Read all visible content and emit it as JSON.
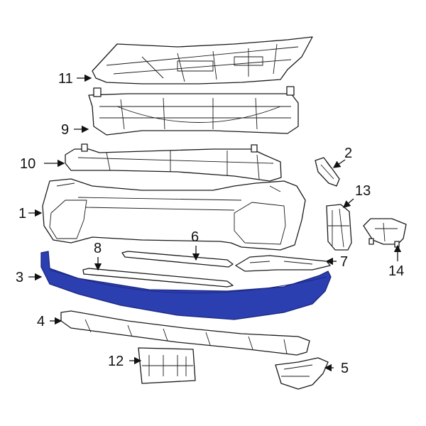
{
  "diagram": {
    "highlight_color": "#2b3fb0",
    "highlighted_part": "3",
    "callouts": {
      "p1": "1",
      "p2": "2",
      "p3": "3",
      "p4": "4",
      "p5": "5",
      "p6": "6",
      "p7": "7",
      "p8": "8",
      "p9": "9",
      "p10": "10",
      "p11": "11",
      "p12": "12",
      "p13": "13",
      "p14": "14"
    }
  }
}
